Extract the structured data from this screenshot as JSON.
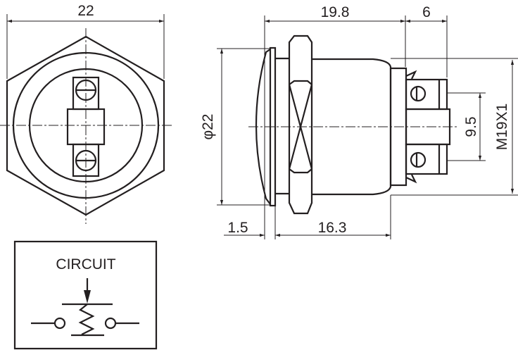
{
  "dimensions": {
    "front_width": "22",
    "length": "19.8",
    "terminal_length": "6",
    "diameter": "φ22",
    "thread": "M19X1",
    "terminal_spacing": "9.5",
    "flange_thickness": "1.5",
    "body_length": "16.3"
  },
  "circuit": {
    "title": "CIRCUIT"
  },
  "colors": {
    "line": "#231f20",
    "background": "#ffffff"
  }
}
